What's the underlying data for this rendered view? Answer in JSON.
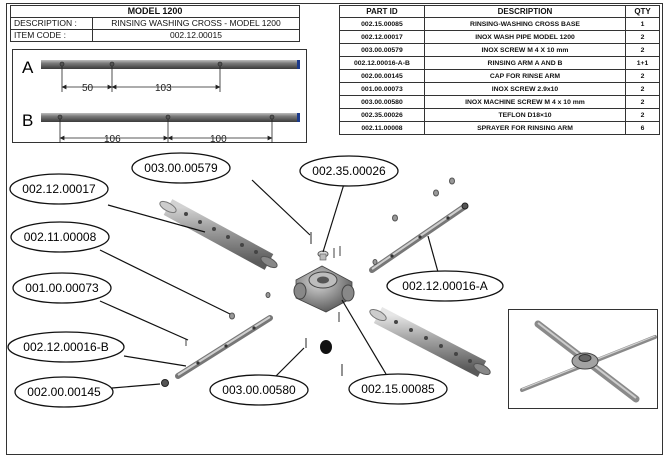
{
  "header": {
    "model": "MODEL 1200",
    "description_label": "DESCRIPTION :",
    "description_value": "RINSING WASHING CROSS - MODEL 1200",
    "item_code_label": "ITEM CODE :",
    "item_code_value": "002.12.00015"
  },
  "parts_table": {
    "columns": [
      "PART ID",
      "DESCRIPTION",
      "QTY"
    ],
    "rows": [
      {
        "id": "002.15.00085",
        "description": "RINSING-WASHING CROSS BASE",
        "qty": "1"
      },
      {
        "id": "002.12.00017",
        "description": "INOX WASH PIPE MODEL 1200",
        "qty": "2"
      },
      {
        "id": "003.00.00579",
        "description": "INOX SCREW M 4 X 10 mm",
        "qty": "2"
      },
      {
        "id": "002.12.00016-A-B",
        "description": "RINSING ARM A AND B",
        "qty": "1+1"
      },
      {
        "id": "002.00.00145",
        "description": "CAP FOR RINSE ARM",
        "qty": "2"
      },
      {
        "id": "001.00.00073",
        "description": "INOX SCREW 2.9x10",
        "qty": "2"
      },
      {
        "id": "003.00.00580",
        "description": "INOX MACHINE SCREW M 4 x 10 mm",
        "qty": "2"
      },
      {
        "id": "002.35.00026",
        "description": "TEFLON D18×10",
        "qty": "2"
      },
      {
        "id": "002.11.00008",
        "description": "SPRAYER FOR RINSING ARM",
        "qty": "6"
      }
    ]
  },
  "pipe_diagram": {
    "arm_a": {
      "label": "A",
      "dims": [
        "50",
        "103"
      ]
    },
    "arm_b": {
      "label": "B",
      "dims": [
        "106",
        "100"
      ]
    }
  },
  "callouts": [
    {
      "text": "002.12.00017"
    },
    {
      "text": "003.00.00579"
    },
    {
      "text": "002.35.00026"
    },
    {
      "text": "002.11.00008"
    },
    {
      "text": "002.12.00016-A"
    },
    {
      "text": "001.00.00073"
    },
    {
      "text": "002.12.00016-B"
    },
    {
      "text": "002.00.00145"
    },
    {
      "text": "003.00.00580"
    },
    {
      "text": "002.15.00085"
    }
  ]
}
